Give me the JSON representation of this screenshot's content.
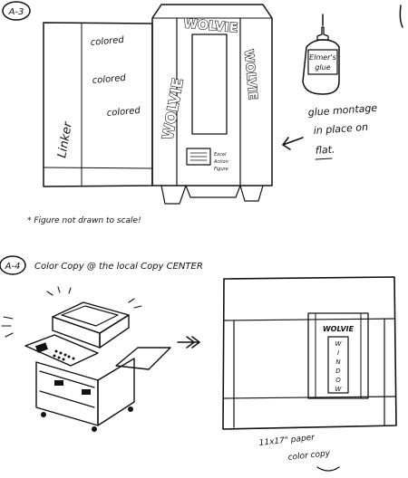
{
  "step_a3": {
    "badge": "A-3",
    "panel_labels": {
      "linker": "Linker",
      "colored_1": "colored",
      "colored_2": "colored",
      "colored_3": "colored"
    },
    "box_brand_top": "WOLVIE",
    "box_brand_side_left": "WOLVIE",
    "box_brand_side_right": "WOLVIE",
    "box_panel_note_lines": [
      "Excel",
      "Action",
      "Figure"
    ],
    "glue_label_lines": [
      "Elmer's",
      "glue"
    ],
    "instruction_lines": [
      "glue montage",
      "in place on",
      "flat."
    ],
    "footnote": "* Figure not drawn to scale!"
  },
  "step_a4": {
    "badge": "A-4",
    "title": "Color Copy @ the local Copy CENTER",
    "poster_brand": "WOLVIE",
    "poster_window_letters": [
      "W",
      "I",
      "N",
      "D",
      "O",
      "W"
    ],
    "paper_note_lines": [
      "11x17\" paper",
      "color copy"
    ]
  }
}
